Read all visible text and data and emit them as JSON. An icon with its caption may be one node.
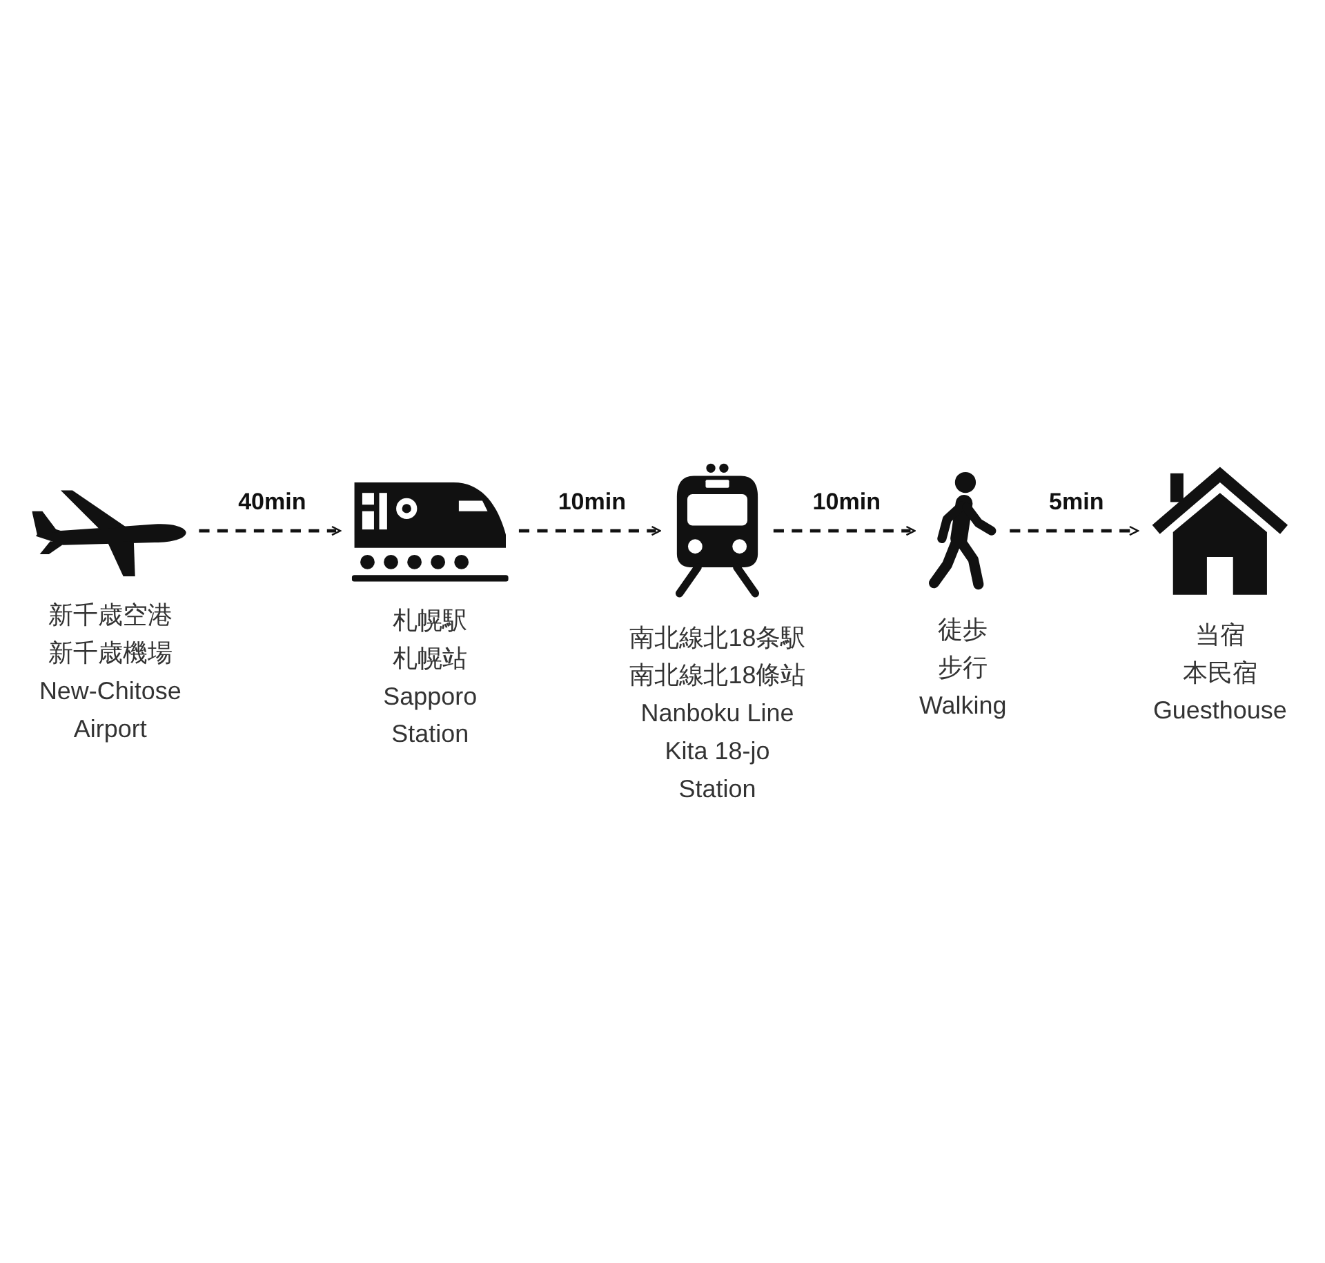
{
  "diagram": {
    "nodes": [
      {
        "text": [],
        "shape": "picture",
        "beside": [
          "新千歳空港",
          "新千歳機場",
          "New-Chitose Airport"
        ]
      },
      {
        "text": [],
        "shape": "picture",
        "beside": [
          "札幌駅",
          "札幌站",
          "Sapporo Station"
        ]
      },
      {
        "text": [],
        "shape": "picture",
        "beside": [
          "南北線北18条駅",
          "南北線北18條站",
          "Nanboku Line Kita 18-jo Station"
        ]
      },
      {
        "text": [],
        "shape": "picture",
        "beside": [
          "徒歩",
          "步行",
          "Walking"
        ]
      },
      {
        "text": [],
        "shape": "picture",
        "beside": [
          "当宿",
          "本民宿",
          "Guesthouse"
        ]
      }
    ],
    "edges": [
      {
        "from": 0,
        "to": 1,
        "arrow": "to",
        "label": "40min",
        "style": "dashed"
      },
      {
        "from": 1,
        "to": 2,
        "arrow": "to",
        "label": "10min",
        "style": "dashed"
      },
      {
        "from": 2,
        "to": 3,
        "arrow": "to",
        "label": "10min",
        "style": "dashed"
      },
      {
        "from": 3,
        "to": 4,
        "arrow": "to",
        "label": "5min",
        "style": "dashed"
      }
    ]
  }
}
